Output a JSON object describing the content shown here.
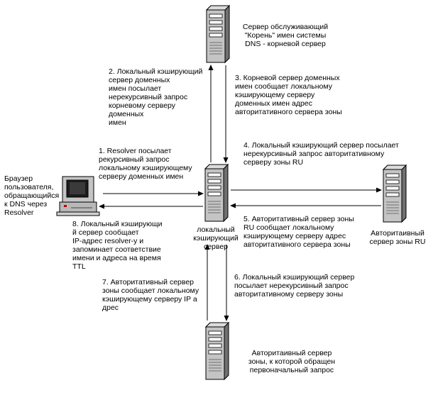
{
  "nodes": {
    "root_server": "Сервер обслуживающий\n\"Корень\" имен системы\nDNS - корневой сервер",
    "local_server": "локальный\nкэширующий\nсервер",
    "ru_server": "Авторитаивный\nсервер зоны RU",
    "zone_server": "Авторитаивный сервер\nзоны, к которой обращен\nпервоначальный запрос",
    "browser": "Браузер\nпользователя,\nобращающийся\nк DNS через\nResolver"
  },
  "steps": {
    "s1": "1. Resolver посылает\nрекурсивный запрос\nлокальному кэширующему\nсерверу доменных имен",
    "s2": "2. Локальный кэширующий\nсервер доменных\nимен посылает\nнерекурсивный запрос\nкорневому серверу\nдоменных\nимен",
    "s3": "3. Корневой сервер доменных\nимен сообщает локальному\nкэширующему серверу\nдоменных имен адрес\nавторитативного сервера зоны",
    "s4": "4. Локальный кэширующий сервер посылает\nнерекурсивный запрос авторитативному\nсерверу зоны RU",
    "s5": "5. Авторитативный сервер зоны\nRU сообщает локальному\nкэширующему серверу адрес\nавторитативного сервера зоны",
    "s6": "6. Локальный кэширующий сервер\nпосылает нерекурсивный запрос\nавторитативному серверу зоны",
    "s7": "7. Авторитативный сервер\nзоны сообщает локальному\nкэширующему серверу IP а\nдрес",
    "s8": "8. Локальный кэширующи\nй сервер сообщает\nIP-адрес resolver-у и\nзапоминает соответствие\nимени и адреса на время\nTTL"
  },
  "icons": [
    "server-icon",
    "computer-icon"
  ]
}
